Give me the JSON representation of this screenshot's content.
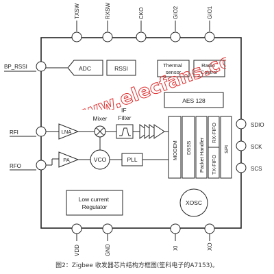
{
  "pins": {
    "top": [
      "TXSW",
      "RXSW",
      "CKO",
      "GIO2",
      "GIO1"
    ],
    "bottom": [
      "VDD",
      "GND",
      "XI",
      "XO"
    ],
    "left": [
      "BP_RSSI",
      "RFI",
      "RFO"
    ],
    "right": [
      "SDIO",
      "SCK",
      "SCS"
    ]
  },
  "blocks": {
    "adc": "ADC",
    "rssi": "RSSI",
    "thermal": [
      "Thermal",
      "sensor"
    ],
    "radio": [
      "Radio",
      "Control"
    ],
    "aes": "AES 128",
    "lna": "LNA",
    "mixer": "Mixer",
    "if_filter": [
      "IF",
      "Filter"
    ],
    "pa": "PA",
    "vco": "VCO",
    "pll": "PLL",
    "modem": "MODEM",
    "dsss": "DSSS",
    "packet": "Packet Handler",
    "rxfifo": "RX-FIFO",
    "txfifo": "TX-FIFO",
    "spi": "SPI",
    "regulator": [
      "Low current",
      "Regulator"
    ],
    "xosc": "XOSC"
  },
  "watermark": "www.elecfans.com",
  "caption": "图2：Zigbee 收发器芯片结构方框图(笙科电子的A7153)。",
  "colors": {
    "watermark": "#e03030",
    "line": "#222222"
  }
}
